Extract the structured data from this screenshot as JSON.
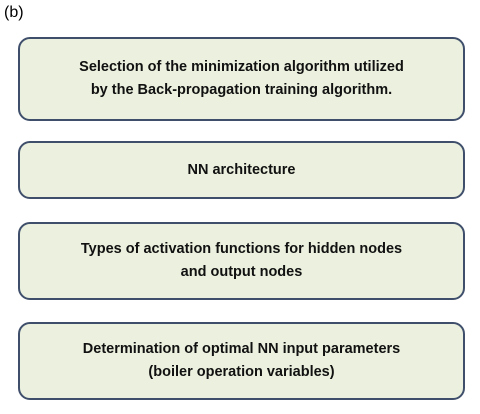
{
  "panel_label": "(b)",
  "colors": {
    "box_fill": "#ebf1de",
    "box_border": "#3f4f6b",
    "text": "#111111"
  },
  "boxes": [
    {
      "lines": [
        "Selection of the minimization algorithm utilized",
        "by the Back-propagation training algorithm."
      ]
    },
    {
      "lines": [
        "NN architecture"
      ]
    },
    {
      "lines": [
        "Types of activation functions for hidden nodes",
        "and output nodes"
      ]
    },
    {
      "lines": [
        "Determination of optimal NN input parameters",
        "(boiler operation variables)"
      ]
    }
  ]
}
